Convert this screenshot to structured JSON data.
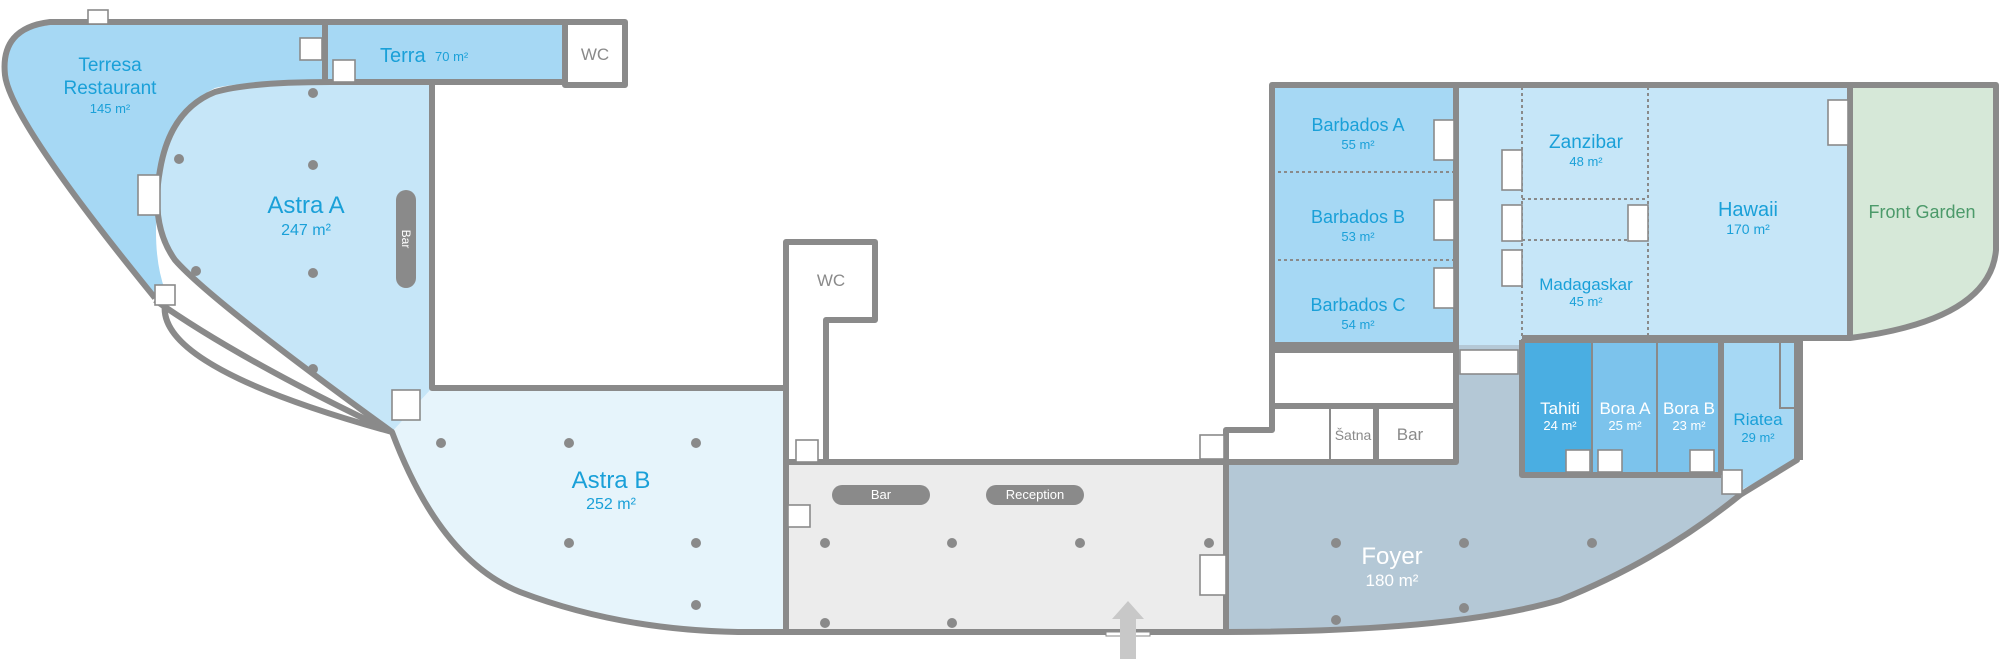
{
  "rooms": {
    "terresa": {
      "name1": "Terresa",
      "name2": "Restaurant",
      "area": "145 m²"
    },
    "terra": {
      "name": "Terra",
      "area": "70 m²"
    },
    "wc_top": {
      "name": "WC"
    },
    "astra_a": {
      "name": "Astra A",
      "area": "247 m²",
      "bar": "Bar"
    },
    "astra_b": {
      "name": "Astra B",
      "area": "252 m²"
    },
    "wc_mid": {
      "name": "WC"
    },
    "lobby": {
      "bar": "Bar",
      "reception": "Reception"
    },
    "foyer": {
      "name": "Foyer",
      "area": "180 m²"
    },
    "satna": {
      "name": "Šatna"
    },
    "bar_small": {
      "name": "Bar"
    },
    "barbados_a": {
      "name": "Barbados A",
      "area": "55 m²"
    },
    "barbados_b": {
      "name": "Barbados B",
      "area": "53 m²"
    },
    "barbados_c": {
      "name": "Barbados C",
      "area": "54 m²"
    },
    "zanzibar": {
      "name": "Zanzibar",
      "area": "48 m²"
    },
    "madagaskar": {
      "name": "Madagaskar",
      "area": "45 m²"
    },
    "hawaii": {
      "name": "Hawaii",
      "area": "170 m²"
    },
    "front_garden": {
      "name": "Front Garden"
    },
    "tahiti": {
      "name": "Tahiti",
      "area": "24 m²"
    },
    "bora_a": {
      "name": "Bora A",
      "area": "25 m²"
    },
    "bora_b": {
      "name": "Bora B",
      "area": "23 m²"
    },
    "riatea": {
      "name": "Riatea",
      "area": "29 m²"
    }
  },
  "colors": {
    "wall": "#8a8a8a",
    "room_blue_mid": "#a6d8f4",
    "room_blue_light": "#c6e6f8",
    "room_blue_pale": "#e6f4fb",
    "room_blue_dark": "#4aaee2",
    "foyer": "#b4c8d6",
    "lobby": "#ececec",
    "garden": "#d6e8d8",
    "label_blue": "#1aa0d8",
    "label_green": "#4c9a6a"
  },
  "icons": [
    "entrance-arrow-icon",
    "door-icon",
    "column-icon"
  ]
}
